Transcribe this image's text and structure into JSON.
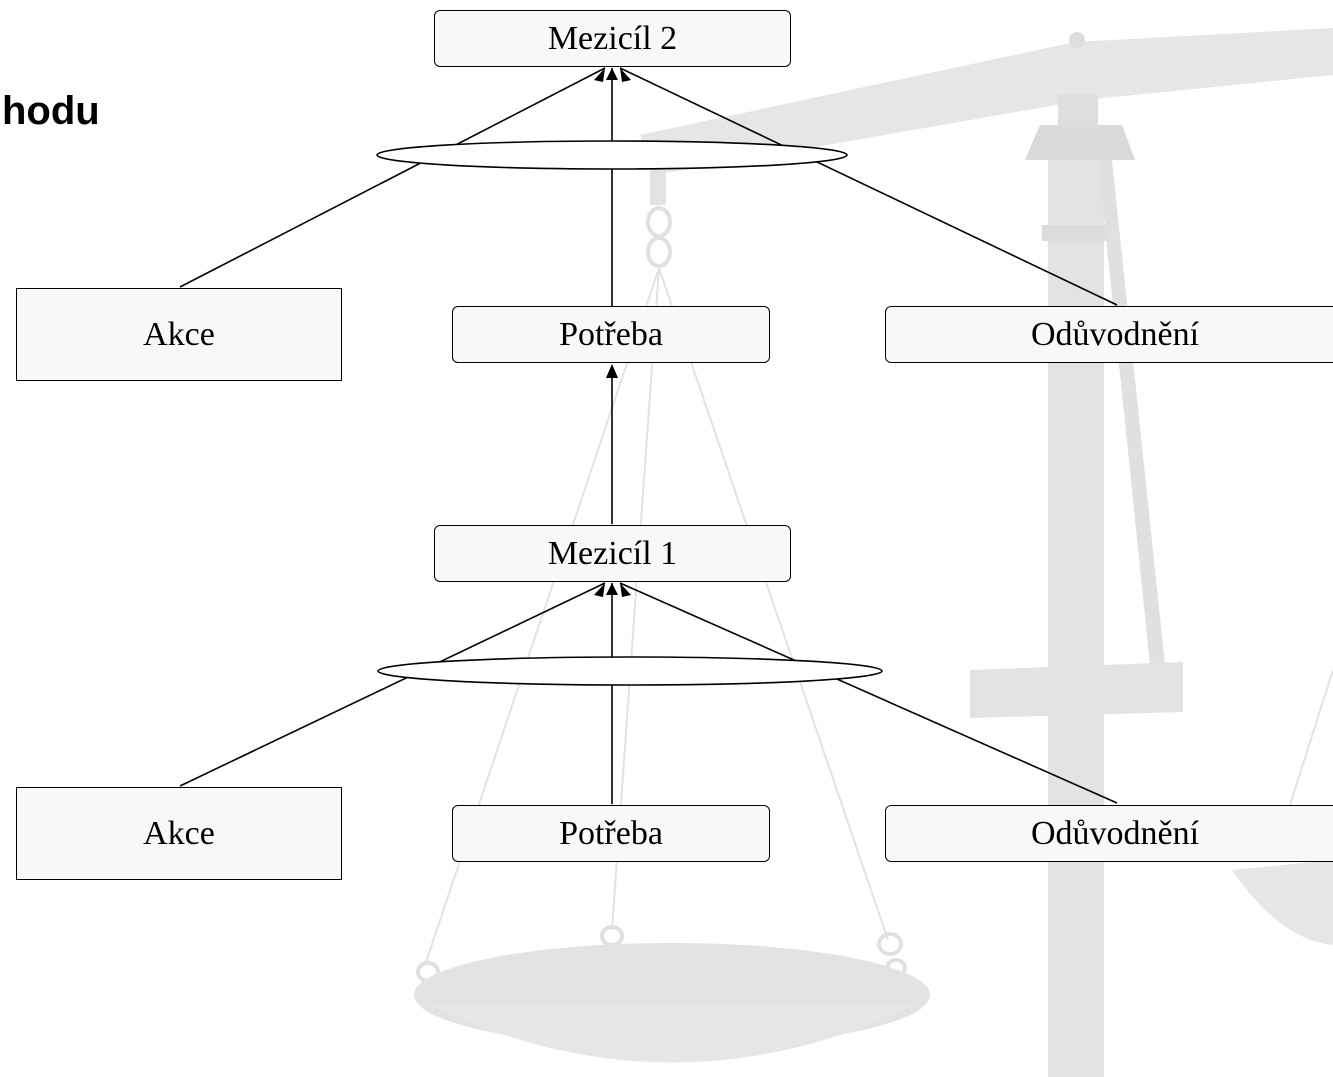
{
  "heading": "hodu",
  "nodes": {
    "mezicil2": "Mezicíl 2",
    "akce2": "Akce",
    "potreba2": "Potřeba",
    "oduvodneni2": "Odůvodnění",
    "mezicil1": "Mezicíl 1",
    "akce1": "Akce",
    "potreba1": "Potřeba",
    "oduvodneni1": "Odůvodnění"
  },
  "colors": {
    "background": "#ffffff",
    "node_fill": "#f8f8f8",
    "node_border": "#000000",
    "scale_watermark": "#e3e3e3",
    "edge": "#000000"
  },
  "watermark_icon": "balance-scale-icon"
}
